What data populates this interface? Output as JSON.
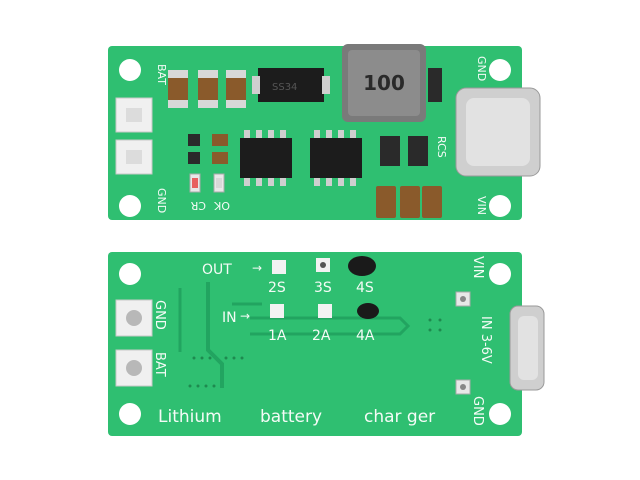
{
  "colors": {
    "pcb": "#2fbf71",
    "pcb_dark": "#1f9e5a",
    "silk": "#f4fbf6",
    "chip": "#1c1c1c",
    "metal": "#cfcfcf",
    "inductor": "#7a7a7a"
  },
  "top_board": {
    "labels": {
      "bat": "BAT",
      "gnd_left": "GND",
      "gnd_right": "GND",
      "vin": "VIN",
      "ok": "OK",
      "cr": "CR",
      "rcs": "RCS",
      "diode": "SS34"
    },
    "inductor_marking": "100"
  },
  "bottom_board": {
    "labels": {
      "out": "OUT",
      "in": "IN",
      "gnd_left": "GND",
      "bat": "BAT",
      "vin": "VIN",
      "gnd_right": "GND",
      "input_range": "IN 3-6V"
    },
    "output_options": [
      "2S",
      "3S",
      "4S"
    ],
    "current_options": [
      "1A",
      "2A",
      "4A"
    ],
    "title_words": [
      "Lithium",
      "battery",
      "char ger"
    ]
  }
}
